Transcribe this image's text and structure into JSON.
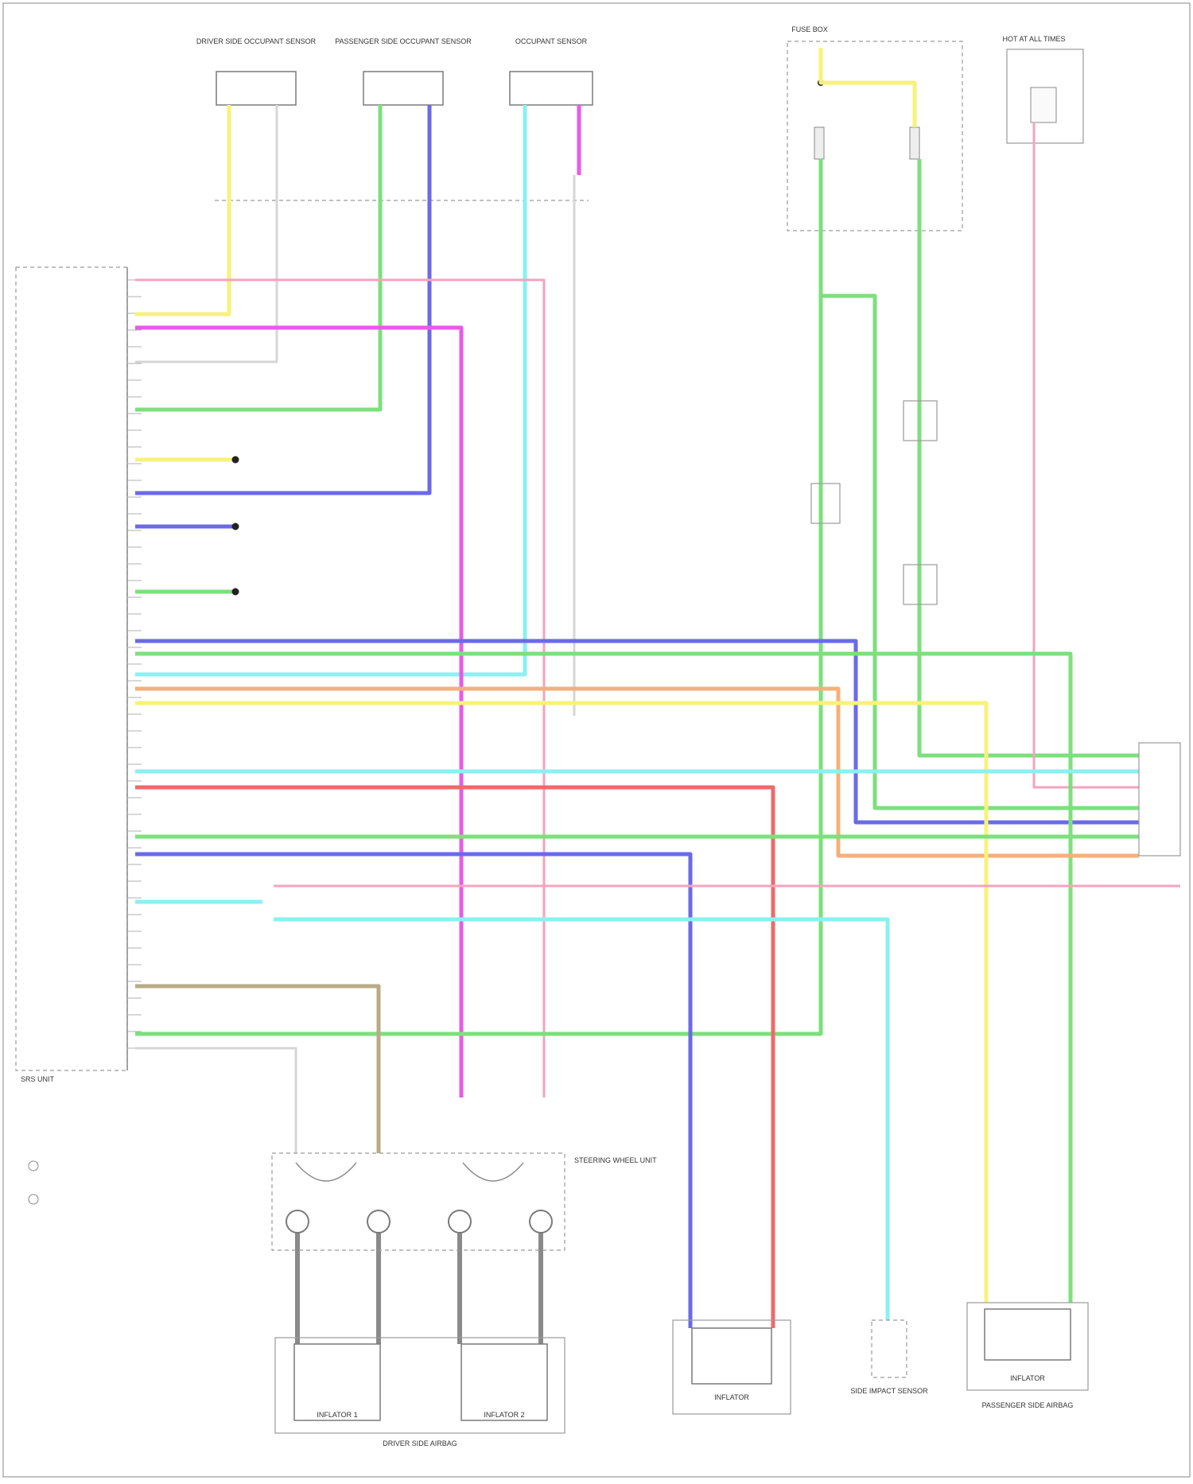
{
  "title": "",
  "colors": {
    "yellow": "#f7f27a",
    "green": "#7ce07c",
    "blue": "#6a6ae8",
    "magenta": "#e85ae8",
    "cyan": "#8af0f0",
    "pink": "#f5a3bd",
    "orange": "#f5b07a",
    "red": "#ee6a6a",
    "tan": "#b8aa84",
    "gray": "#8a8a8a",
    "white": "#d6d6d6"
  },
  "components": {
    "driver_occ": {
      "label": "DRIVER SIDE OCCUPANT SENSOR"
    },
    "pass_occ": {
      "label": "PASSENGER SIDE OCCUPANT SENSOR"
    },
    "third_occ": {
      "label": "OCCUPANT SENSOR"
    },
    "fuse_box": {
      "label": "FUSE BOX"
    },
    "hot_at_all_times": {
      "label": "HOT AT ALL TIMES"
    },
    "srs_unit": {
      "label": "SRS UNIT"
    },
    "steering_unit": {
      "label": "STEERING WHEEL UNIT"
    },
    "driver_airbag": {
      "label": "DRIVER SIDE AIRBAG"
    },
    "side_sensor": {
      "label": "SIDE IMPACT SENSOR"
    },
    "pass_airbag": {
      "label": "PASSENGER SIDE AIRBAG"
    },
    "inflator_1": {
      "label": "INFLATOR 1"
    },
    "inflator_2": {
      "label": "INFLATOR 2"
    },
    "inflator_d": {
      "label": "INFLATOR"
    },
    "inflator_p": {
      "label": "INFLATOR"
    }
  },
  "notes": [],
  "footer": ""
}
